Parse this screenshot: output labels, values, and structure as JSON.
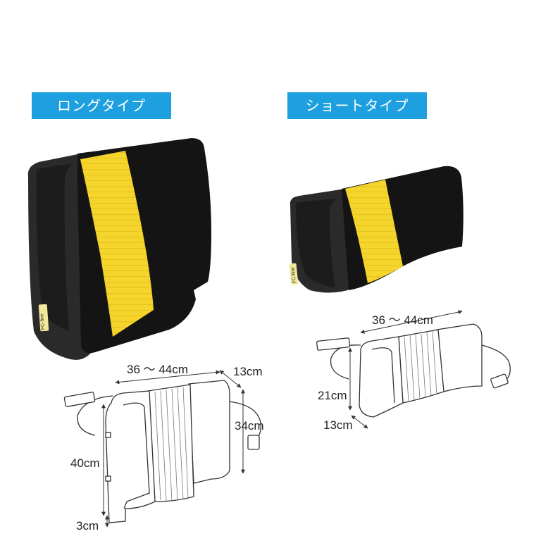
{
  "colors": {
    "badge_bg": "#1ea0e0",
    "cushion_black": "#141414",
    "cushion_side": "#2a2a2a",
    "belt_yellow": "#f5d42c",
    "belt_yellow_dark": "#d9b81a",
    "line_drawing": "#333333"
  },
  "long_type": {
    "label": "ロングタイプ",
    "tag_text": "FC-fine",
    "dimensions": {
      "width": "36 ～ 44cm",
      "depth": "13cm",
      "height": "40cm",
      "inner_height": "34cm",
      "bottom": "3cm"
    }
  },
  "short_type": {
    "label": "ショートタイプ",
    "tag_text": "FC-fine",
    "dimensions": {
      "width": "36 ～ 44cm",
      "height": "21cm",
      "depth": "13cm"
    }
  }
}
